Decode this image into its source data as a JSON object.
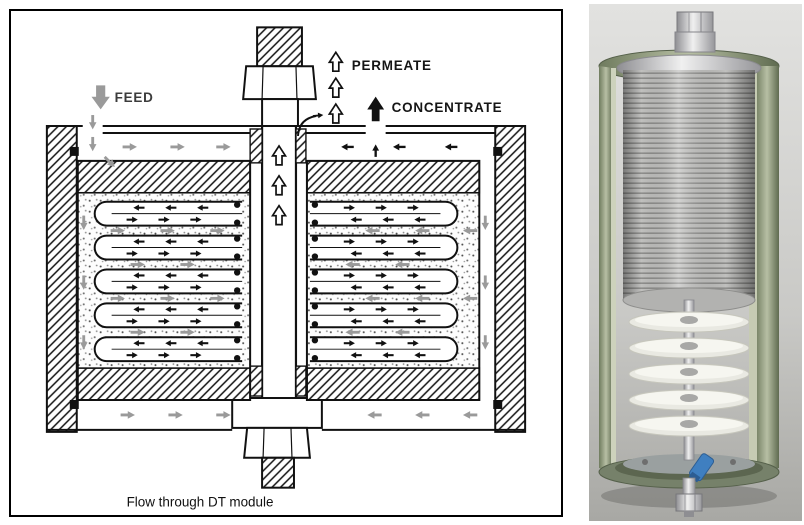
{
  "figure": {
    "flow_labels": {
      "feed": "FEED",
      "permeate": "PERMEATE",
      "concentrate": "CONCENTRATE"
    },
    "caption": "Flow through DT module"
  },
  "colors": {
    "background": "#ffffff",
    "diagram_ink": "#111111",
    "feed_arrow": "#9a9a9a",
    "shell_green": "#8d987b",
    "disc_gray": "#c0c0be",
    "valve_blue": "#3f7fc0"
  }
}
